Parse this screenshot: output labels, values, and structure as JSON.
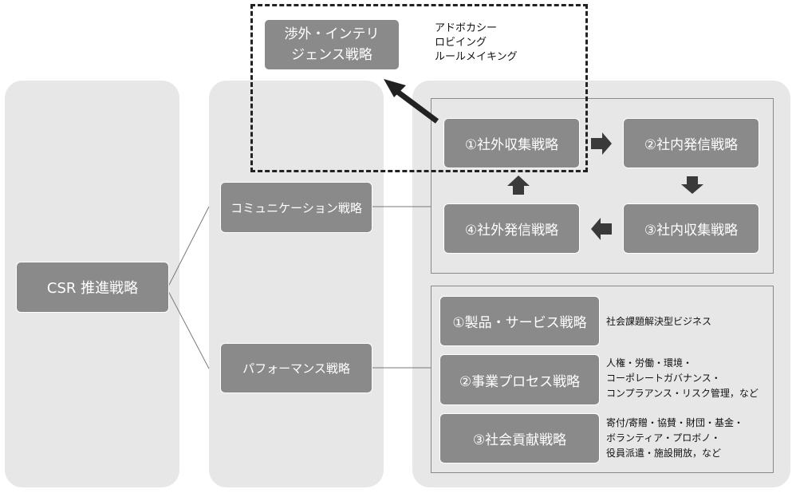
{
  "diagram": {
    "root": {
      "label": "CSR 推進戦略"
    },
    "level2": {
      "communication": "コミュニケーション戦略",
      "performance": "パフォーマンス戦略"
    },
    "cycle": {
      "step1": "①社外収集戦略",
      "step2": "②社内発信戦略",
      "step3": "③社内収集戦略",
      "step4": "④社外発信戦略"
    },
    "intelligence": {
      "line1": "渉外・インテリ",
      "line2": "ジェンス戦略",
      "notes": [
        "アドボカシー",
        "ロビイング",
        "ルールメイキング"
      ]
    },
    "performance_items": [
      {
        "label": "①製品・サービス戦略",
        "notes": [
          "社会課題解決型ビジネス"
        ]
      },
      {
        "label": "②事業プロセス戦略",
        "notes": [
          "人権・労働・環境・",
          "コーポレートガバナンス・",
          "コンプラアンス・リスク管理，など"
        ]
      },
      {
        "label": "③社会貢献戦略",
        "notes": [
          "寄付/寄贈・協賛・財団・基金・",
          "ボランティア・プロボノ・",
          "役員派遣・施設開放，など"
        ]
      }
    ],
    "colors": {
      "node_fill": "#8a8a8a",
      "panel_fill": "#e7e7e7",
      "arrow": "#222222"
    }
  }
}
